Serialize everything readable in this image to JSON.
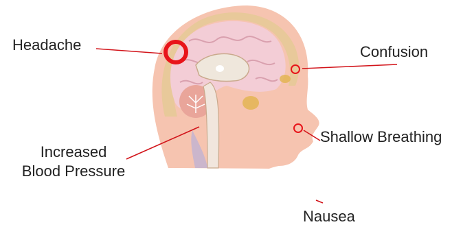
{
  "labels": {
    "headache": "Headache",
    "confusion": "Confusion",
    "shallow_breathing": "Shallow Breathing",
    "increased": "Increased",
    "blood_pressure": "Blood Pressure",
    "nausea": "Nausea"
  },
  "colors": {
    "marker": "#e8141a",
    "skin": "#f6c4b0",
    "skull": "#e8c99a",
    "brain": "#f3cdd6"
  }
}
